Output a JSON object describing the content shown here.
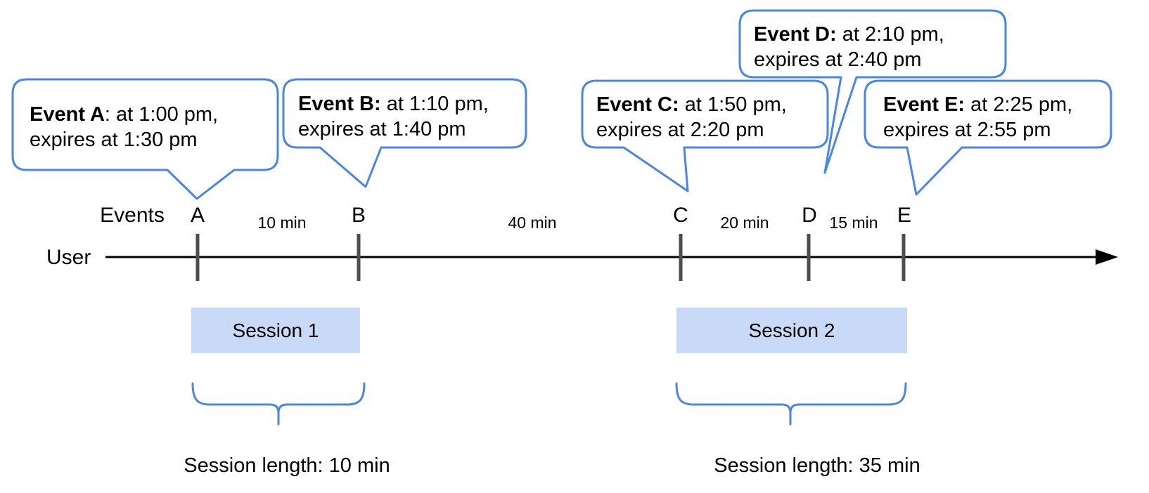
{
  "colors": {
    "accent": "#4a86e8",
    "session_fill": "#c9daf8",
    "tick": "#4d4d4d",
    "ink": "#000000"
  },
  "bubbles": [
    {
      "event": "A",
      "bold": "Event A",
      "rest": ": at 1:00 pm,",
      "line2": "expires at 1:30 pm"
    },
    {
      "event": "B",
      "bold": "Event B:",
      "rest": " at 1:10 pm,",
      "line2": "expires at 1:40 pm"
    },
    {
      "event": "C",
      "bold": "Event C:",
      "rest": " at 1:50 pm,",
      "line2": "expires at 2:20 pm"
    },
    {
      "event": "D",
      "bold": "Event D:",
      "rest": " at 2:10 pm,",
      "line2": "expires at 2:40 pm"
    },
    {
      "event": "E",
      "bold": "Event E:",
      "rest": " at 2:25 pm,",
      "line2": "expires at 2:55 pm"
    }
  ],
  "timeline": {
    "user_label": "User",
    "events_label": "Events",
    "ticks": [
      "A",
      "B",
      "C",
      "D",
      "E"
    ],
    "intervals": [
      "10 min",
      "40 min",
      "20 min",
      "15 min"
    ]
  },
  "sessions": [
    {
      "label": "Session 1",
      "length_label": "Session length: 10 min"
    },
    {
      "label": "Session 2",
      "length_label": "Session length: 35 min"
    }
  ]
}
